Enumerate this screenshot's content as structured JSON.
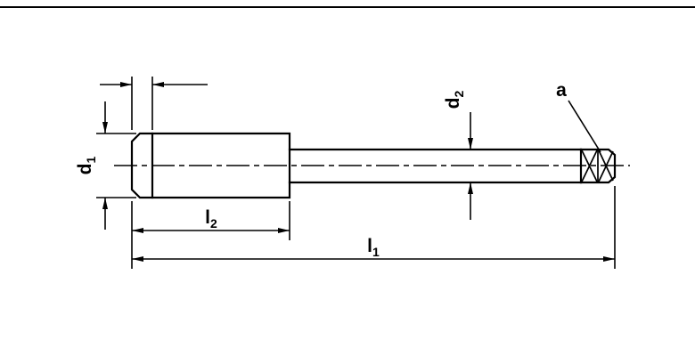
{
  "drawing": {
    "labels": {
      "d1_main": "d",
      "d1_sub": "1",
      "d2_main": "d",
      "d2_sub": "2",
      "l1_main": "l",
      "l1_sub": "1",
      "l2_main": "l",
      "l2_sub": "2",
      "a": "a"
    },
    "colors": {
      "line": "#000000",
      "background": "#ffffff"
    }
  }
}
